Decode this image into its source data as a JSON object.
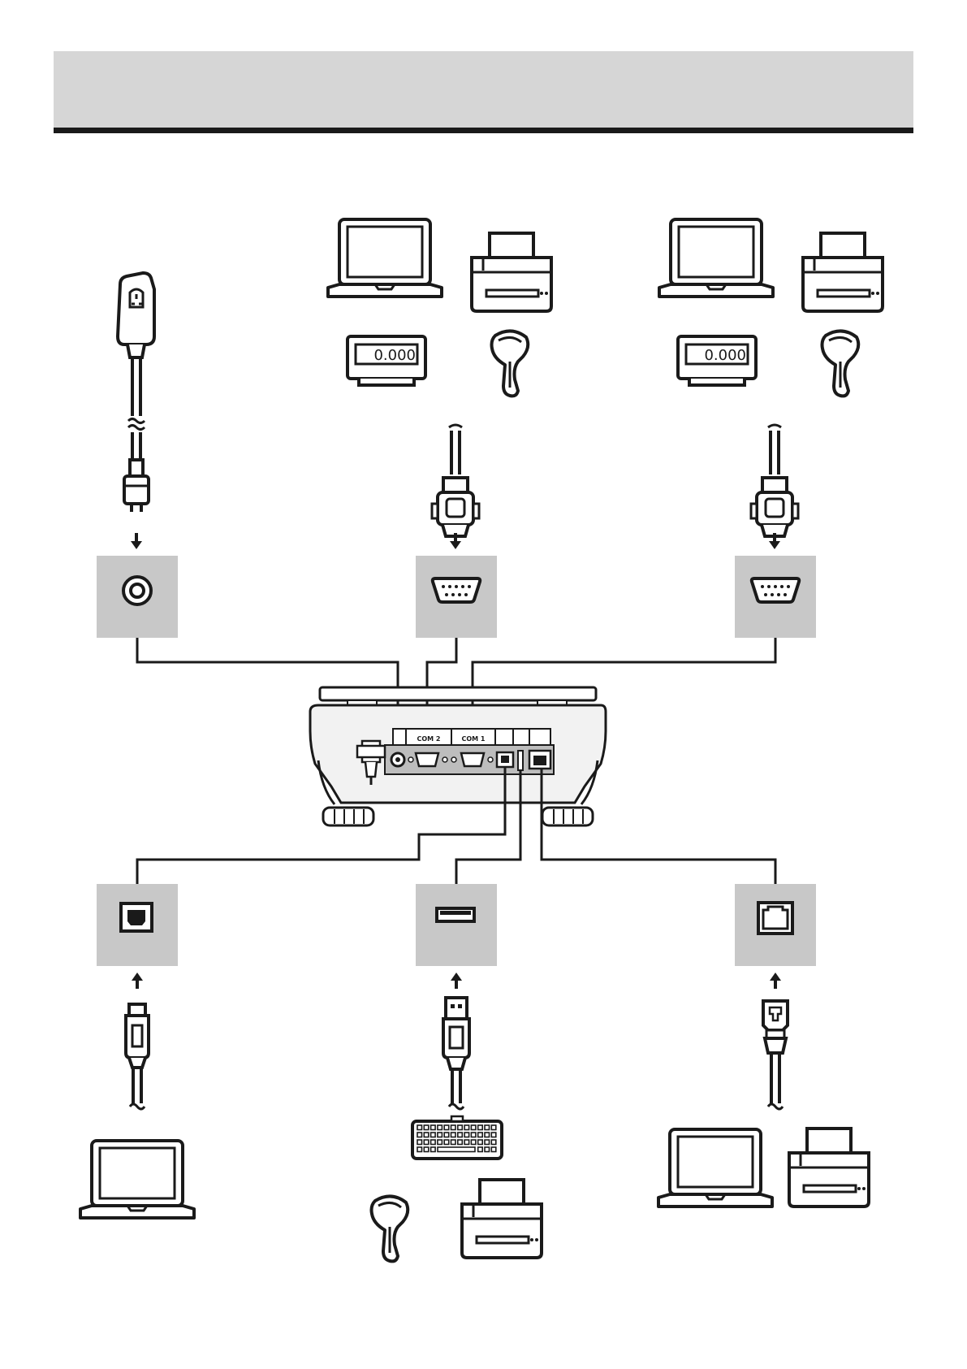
{
  "header": {
    "title": ""
  },
  "colors": {
    "ink": "#1a1a1a",
    "port_box": "#c8c8c8",
    "header_band": "#d6d6d6",
    "panel": "#f2f2f2"
  },
  "devices": {
    "display_readout": "0.000",
    "com2_label": "COM 2",
    "com1_label": "COM 1"
  },
  "ports": {
    "top": [
      {
        "name": "power-socket",
        "icon": "dc-power-jack-icon"
      },
      {
        "name": "com2-rs232",
        "icon": "db9-serial-icon"
      },
      {
        "name": "com1-rs232",
        "icon": "db9-serial-icon"
      }
    ],
    "bottom": [
      {
        "name": "usb-b",
        "icon": "usb-b-icon"
      },
      {
        "name": "usb-a",
        "icon": "usb-a-icon"
      },
      {
        "name": "ethernet",
        "icon": "rj45-icon"
      }
    ]
  }
}
